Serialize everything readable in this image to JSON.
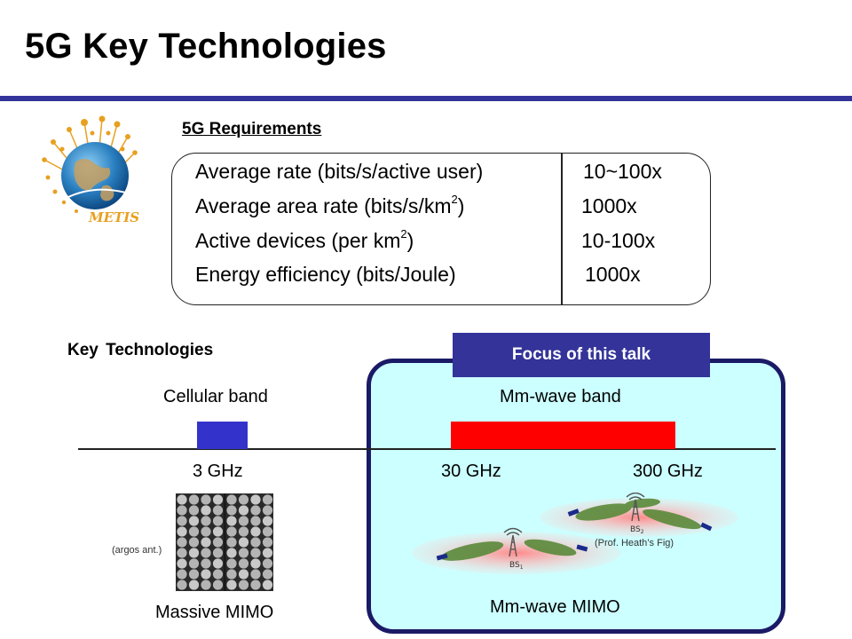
{
  "title": "5G Key Technologies",
  "logo": {
    "text": "METIS",
    "icon": "metis-globe-logo",
    "color": "#e8a020"
  },
  "requirements": {
    "heading": "5G Requirements",
    "rows": [
      {
        "label": "Average rate (bits/s/active user)",
        "value": "10~100x"
      },
      {
        "label_pre": "Average area rate (bits/s/km",
        "sup": "2",
        "label_post": ")",
        "value": "1000x"
      },
      {
        "label_pre": "Active devices (per km",
        "sup": "2",
        "label_post": ")",
        "value": "10-100x"
      },
      {
        "label": "Energy efficiency (bits/Joule)",
        "value": "1000x"
      }
    ]
  },
  "key_tech": {
    "heading": "Key Technologies",
    "focus_banner": "Focus of this talk",
    "cellular_band_label": "Cellular band",
    "mmwave_band_label": "Mm-wave band",
    "freqs": [
      "3 GHz",
      "30 GHz",
      "300 GHz"
    ],
    "argos_caption": "(argos ant.)",
    "massive_mimo_label": "Massive MIMO",
    "mmwave_mimo_label": "Mm-wave MIMO",
    "heath_caption": "(Prof. Heath’s Fig)",
    "bs1_label": "BS",
    "bs1_sub": "1",
    "bs2_label": "BS",
    "bs2_sub": "2"
  },
  "colors": {
    "title_rule": "#333399",
    "cellular_bar": "#3333cc",
    "mmwave_bar": "#ff0000",
    "panel_fill": "#ccffff",
    "panel_border": "#1a1a66",
    "banner": "#333399"
  }
}
